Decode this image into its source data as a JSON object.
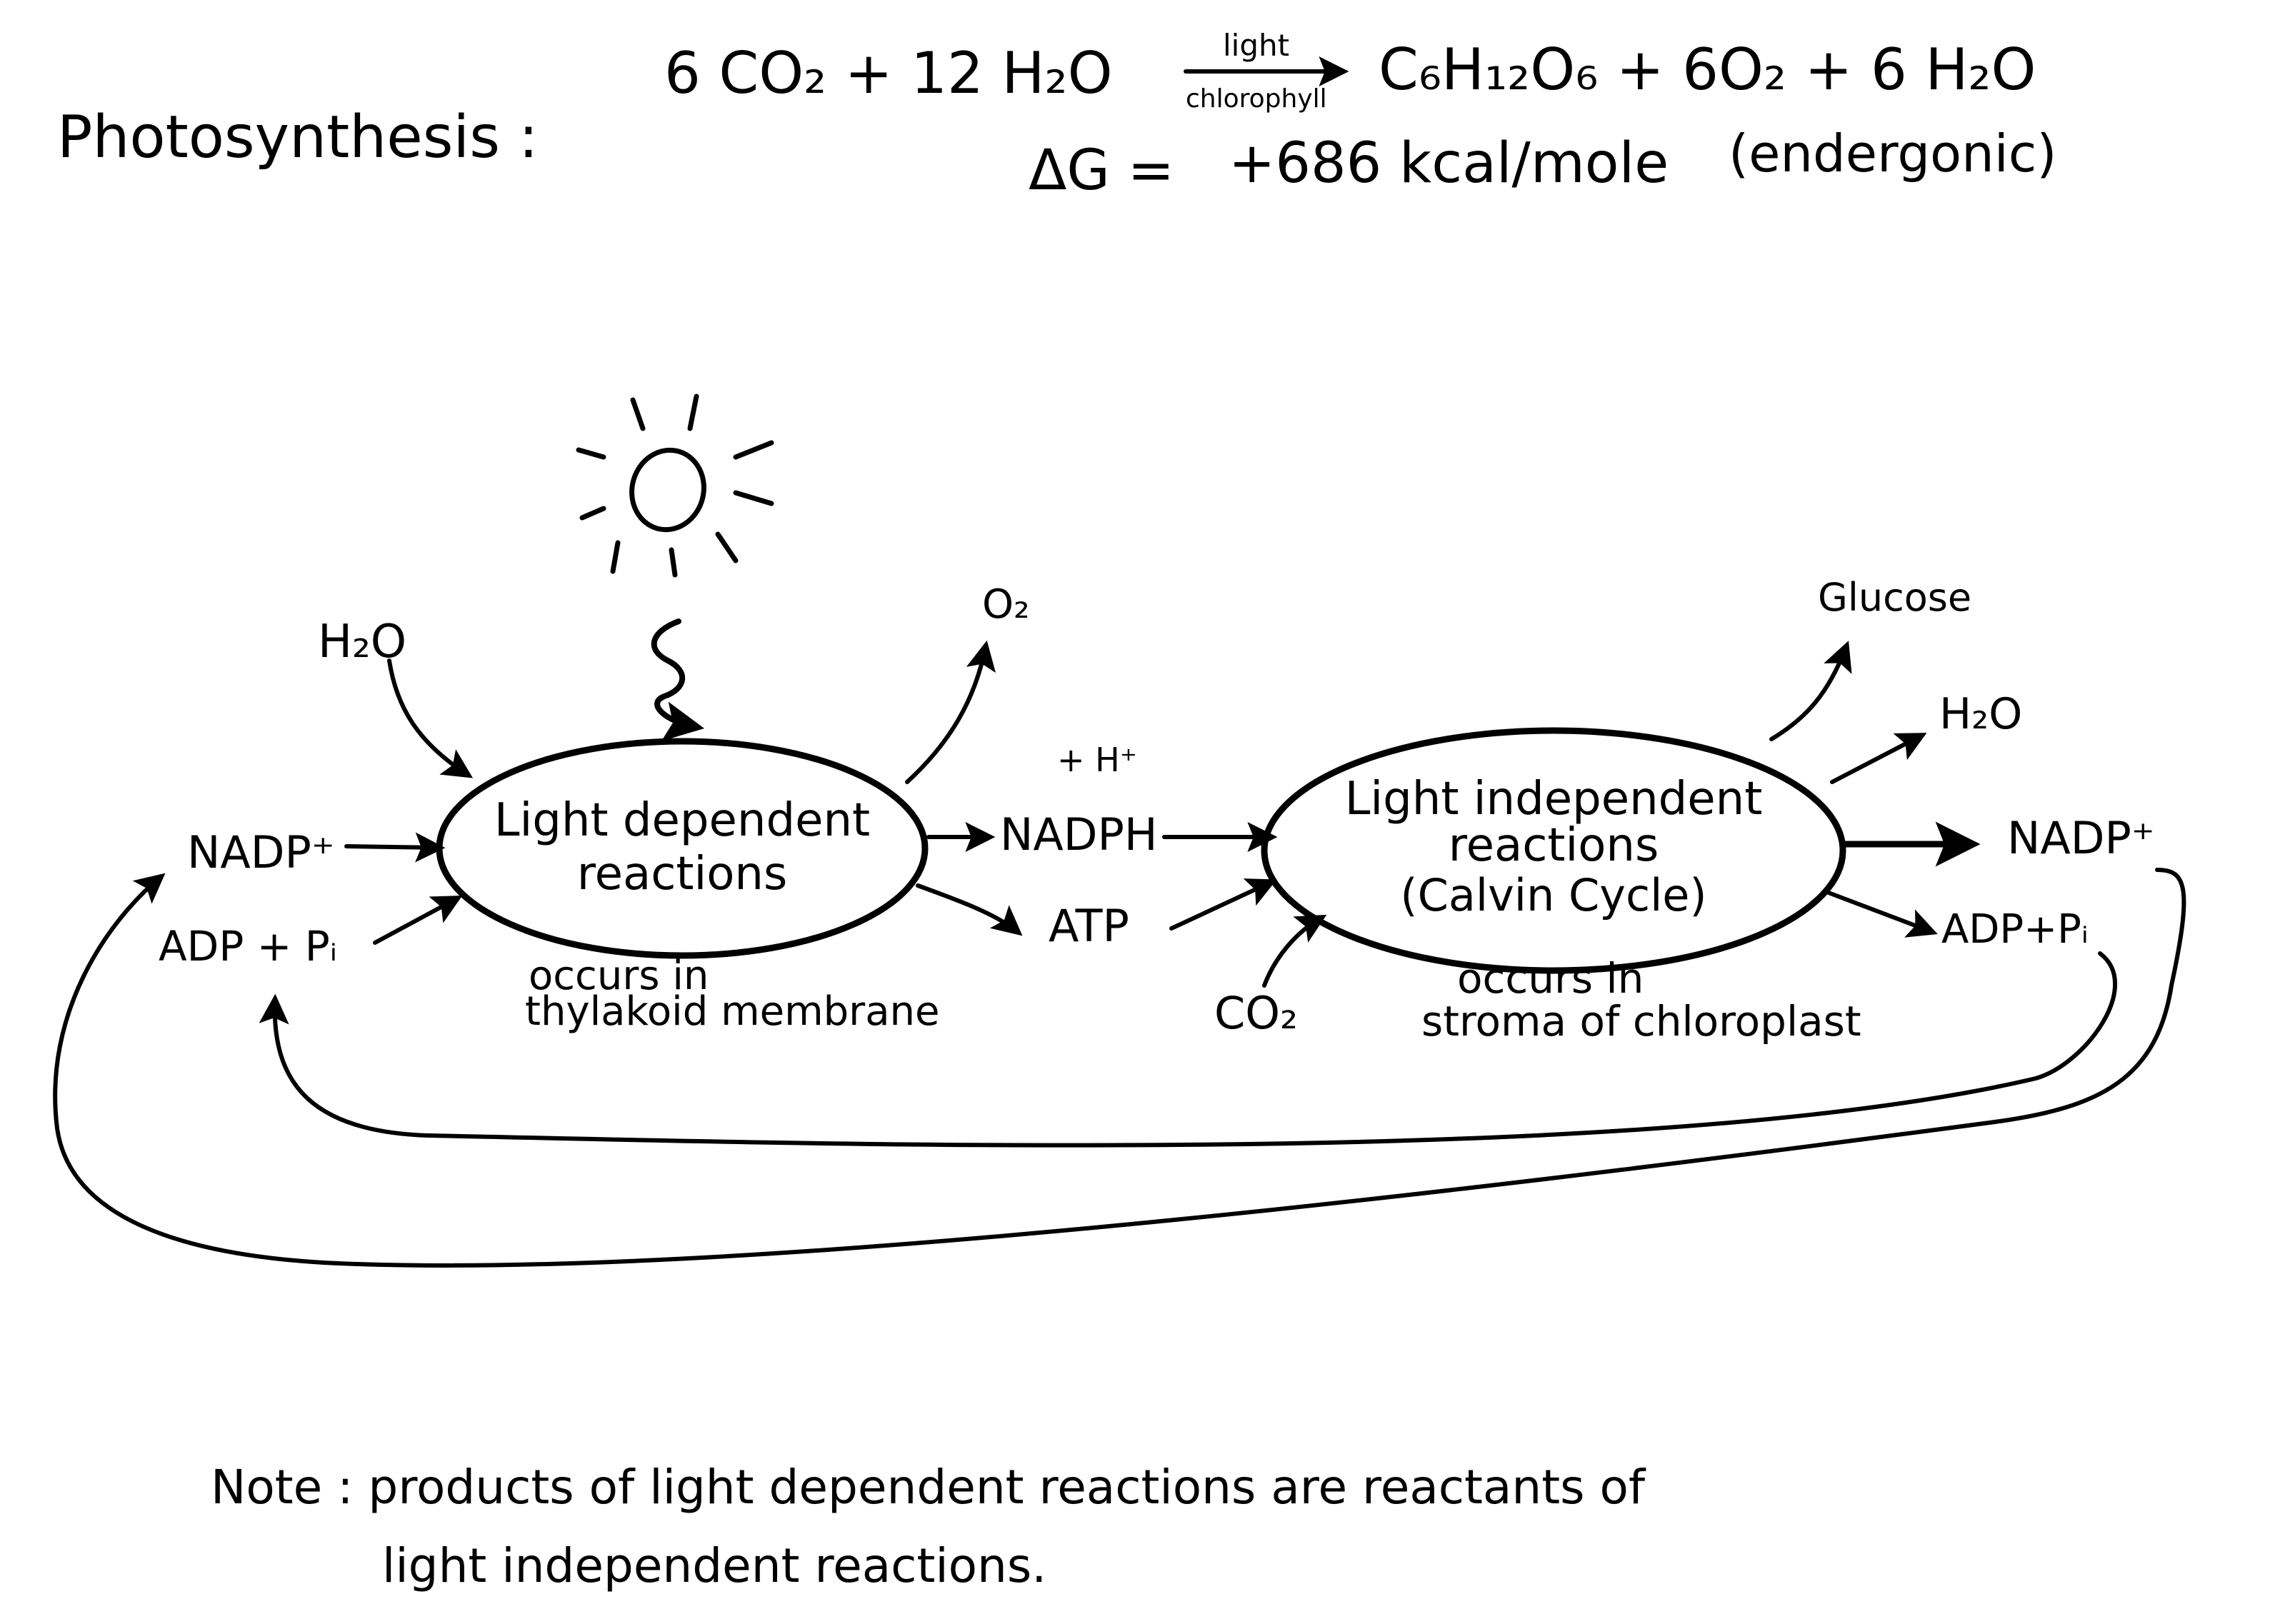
{
  "header": {
    "title": "Photosynthesis :",
    "equation": {
      "reactants": "6 CO₂   + 12 H₂O",
      "arrow_above": "light",
      "arrow_below": "chlorophyll",
      "products": "C₆H₁₂O₆ + 6O₂ + 6 H₂O"
    },
    "delta_g": {
      "label": "ΔG =",
      "value": "+686 kcal/mole",
      "note": "(endergonic)"
    }
  },
  "diagram": {
    "light_dependent": {
      "line1": "Light dependent",
      "line2": "reactions",
      "location_line1": "occurs in",
      "location_line2": "thylakoid membrane"
    },
    "light_independent": {
      "line1": "Light independent",
      "line2": "reactions",
      "line3": "(Calvin Cycle)",
      "location_line1": "occurs in",
      "location_line2": "stroma of chloroplast"
    },
    "labels": {
      "h2o_in": "H₂O",
      "o2_out": "O₂",
      "nadp_in": "NADP⁺",
      "adp_pi_in": "ADP + Pᵢ",
      "h_plus": "+ H⁺",
      "nadph": "NADPH",
      "atp": "ATP",
      "co2_in": "CO₂",
      "glucose_out": "Glucose",
      "h2o_out": "H₂O",
      "nadp_out": "NADP⁺",
      "adp_pi_out": "ADP+Pᵢ"
    },
    "icons": {
      "sun": "sun-icon",
      "light_wave": "wavy-arrow-icon"
    }
  },
  "note": {
    "line1": "Note : products of light dependent reactions are reactants of",
    "line2": "light independent reactions."
  }
}
